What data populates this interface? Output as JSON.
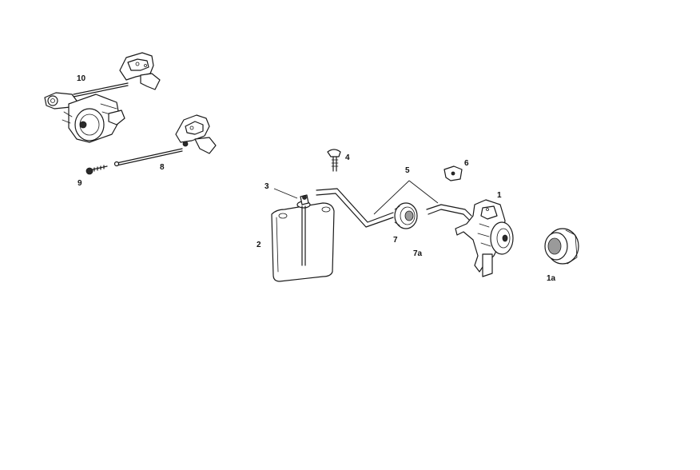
{
  "callouts": {
    "c1": "1",
    "c1a": "1a",
    "c2": "2",
    "c3": "3",
    "c4": "4",
    "c5": "5",
    "c6": "6",
    "c7": "7",
    "c7a": "7a",
    "c8": "8",
    "c9": "9",
    "c10": "10"
  }
}
